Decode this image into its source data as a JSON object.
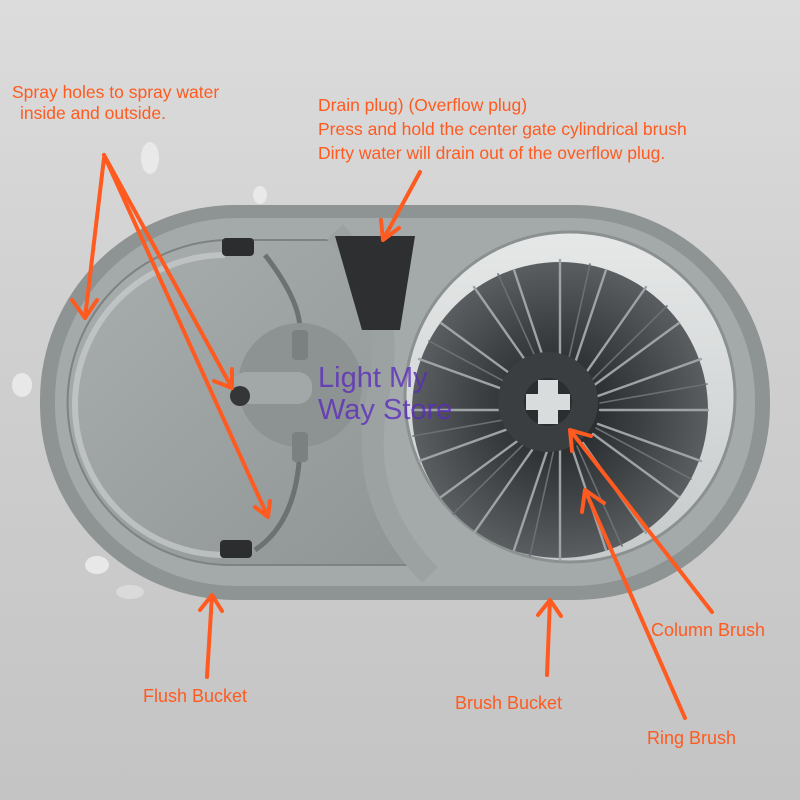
{
  "labels": {
    "spray_line1": "Spray holes to spray water",
    "spray_line2": "inside and outside.",
    "drain_line1": "Drain plug) (Overflow plug)",
    "drain_line2": "Press and hold the center gate cylindrical brush",
    "drain_line3": "Dirty water will drain out of the overflow plug.",
    "flush_bucket": "Flush Bucket",
    "brush_bucket": "Brush Bucket",
    "column_brush": "Column Brush",
    "ring_brush": "Ring Brush"
  },
  "watermark": {
    "line1": "Light My",
    "line2": "Way Store"
  },
  "colors": {
    "annotation": "#ff5a1f",
    "watermark": "#5a2bbd",
    "bucket_shell": "#8e9493",
    "bucket_rim": "#a4aaa9"
  }
}
